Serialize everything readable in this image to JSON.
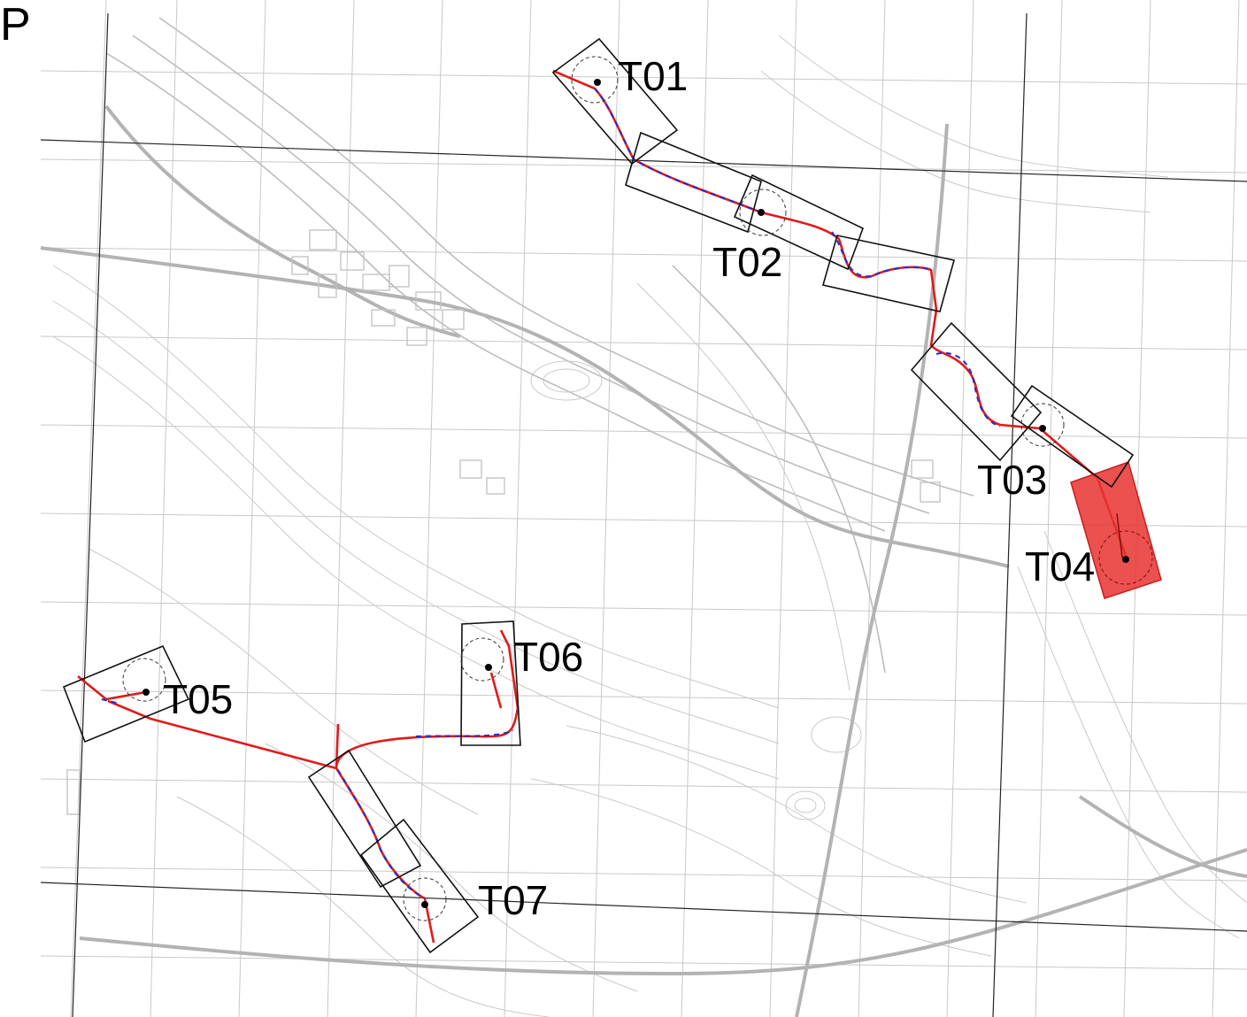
{
  "sheet_label": "P",
  "turbines": [
    {
      "id": "T01",
      "label": "T01"
    },
    {
      "id": "T02",
      "label": "T02"
    },
    {
      "id": "T03",
      "label": "T03"
    },
    {
      "id": "T04",
      "label": "T04"
    },
    {
      "id": "T05",
      "label": "T05"
    },
    {
      "id": "T06",
      "label": "T06"
    },
    {
      "id": "T07",
      "label": "T07"
    }
  ],
  "colors": {
    "cable": "#e01b1b",
    "access_road": "#1d2fd0",
    "substation_area": "#e8322f",
    "base_map": "#bdbdbd"
  }
}
